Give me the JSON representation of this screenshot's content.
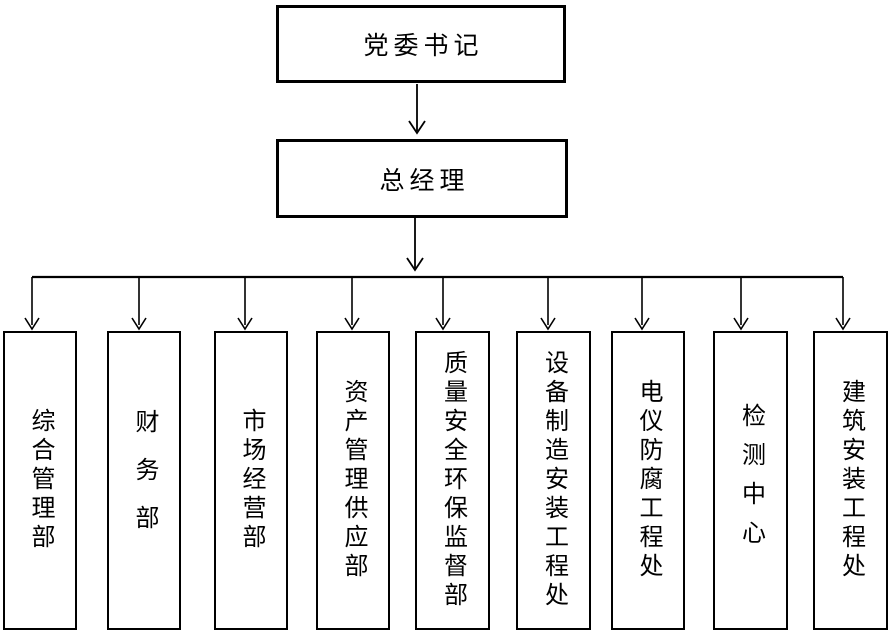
{
  "org": {
    "secretary": {
      "label": "党委书记"
    },
    "general_manager": {
      "label": "总经理"
    },
    "departments": [
      {
        "label": "综合管理部"
      },
      {
        "label": "财务部"
      },
      {
        "label": "市场经营部"
      },
      {
        "label": "资产管理供应部"
      },
      {
        "label": "质量安全环保监督部"
      },
      {
        "label": "设备制造安装工程处"
      },
      {
        "label": "电仪防腐工程处"
      },
      {
        "label": "检测中心"
      },
      {
        "label": "建筑安装工程处"
      }
    ]
  },
  "colors": {
    "line": "#000000",
    "box_border": "#000000",
    "text": "#000000",
    "background": "#ffffff"
  }
}
